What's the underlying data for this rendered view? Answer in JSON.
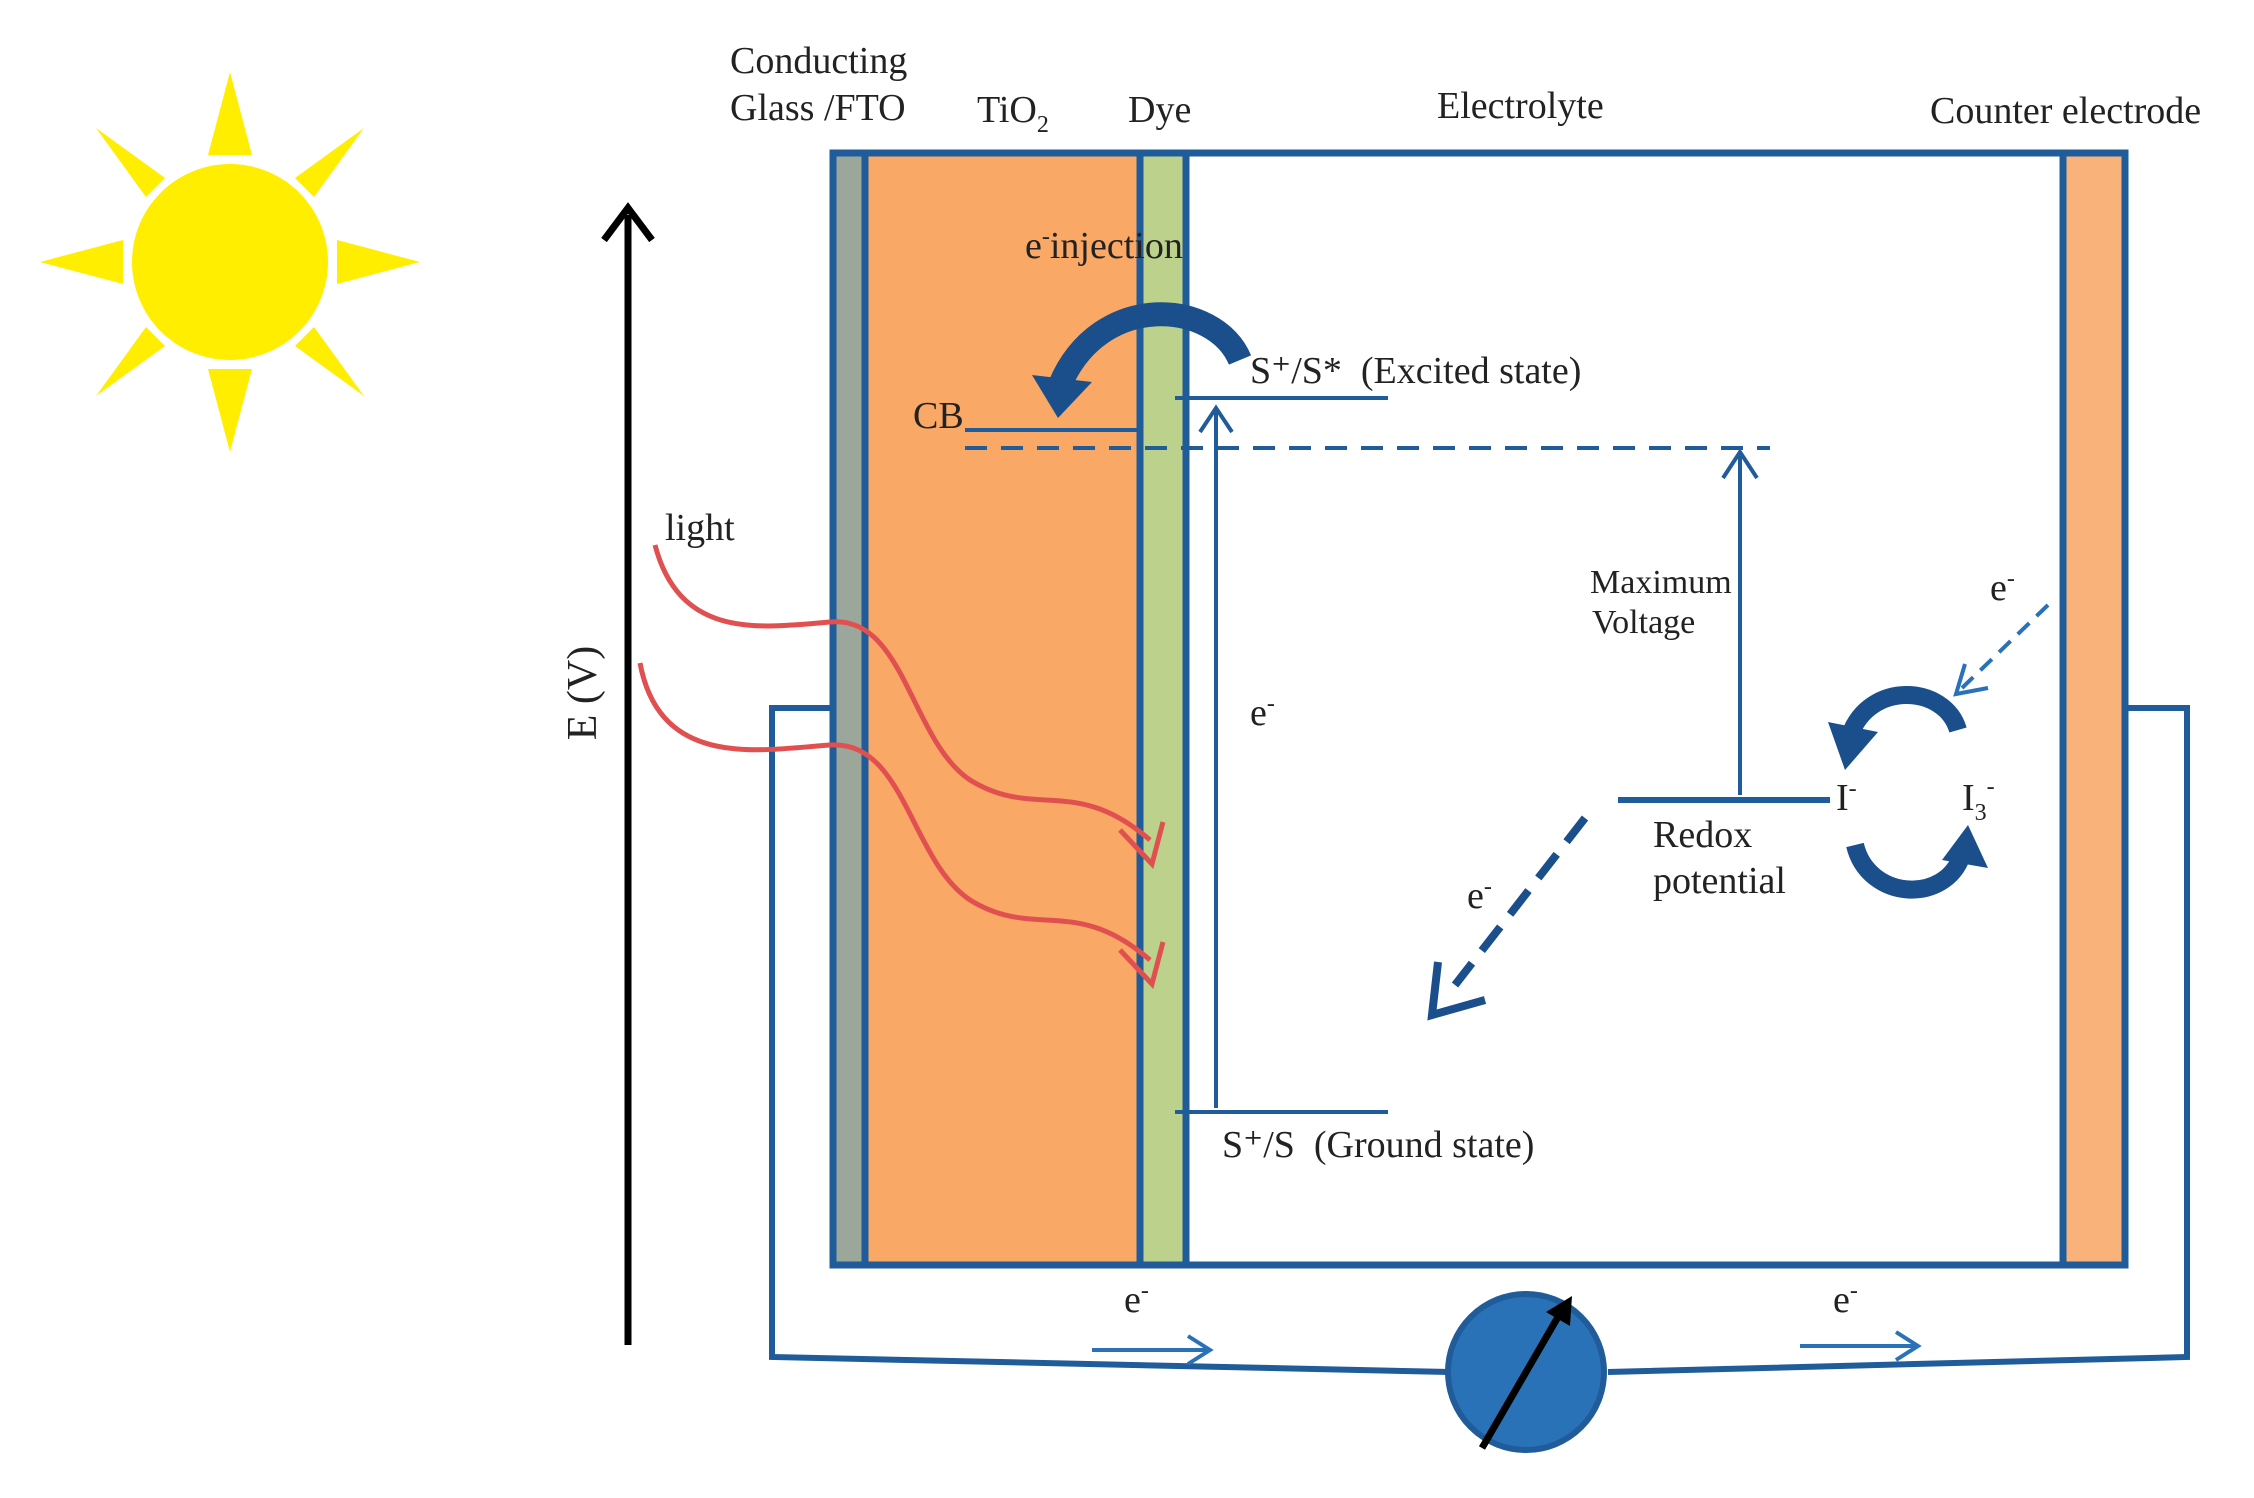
{
  "labels": {
    "conducting": "Conducting",
    "glass_fto": "Glass /FTO",
    "tio2_base": "TiO",
    "tio2_sub": "2",
    "dye": "Dye",
    "electrolyte": "Electrolyte",
    "counter_electrode": "Counter electrode",
    "injection_sup": "-",
    "injection_text": "injection",
    "e_letter": "e",
    "excited_state": "S⁺/S*  (Excited state)",
    "ground_state": "S⁺/S  (Ground state)",
    "cb": "CB",
    "light": "light",
    "axis": "E (V)",
    "max_voltage_1": "Maximum",
    "max_voltage_2": "Voltage",
    "redox_1": "Redox",
    "redox_2": "potential",
    "iodide": "I",
    "triiodide_base": "I",
    "triiodide_sub": "3",
    "minus": "-"
  },
  "colors": {
    "frame_blue": "#1f5c99",
    "arrow_blue": "#1a4f8c",
    "meter_blue": "#2a72b8",
    "glass": "#9aa79a",
    "tio2": "#f9a866",
    "dye": "#bcd18c",
    "counter": "#f9b27a",
    "sun": "#ffee00",
    "light_ray": "#e05050",
    "axis": "#000000"
  },
  "icons": {
    "sun": "sun-icon",
    "meter": "ammeter-icon"
  }
}
